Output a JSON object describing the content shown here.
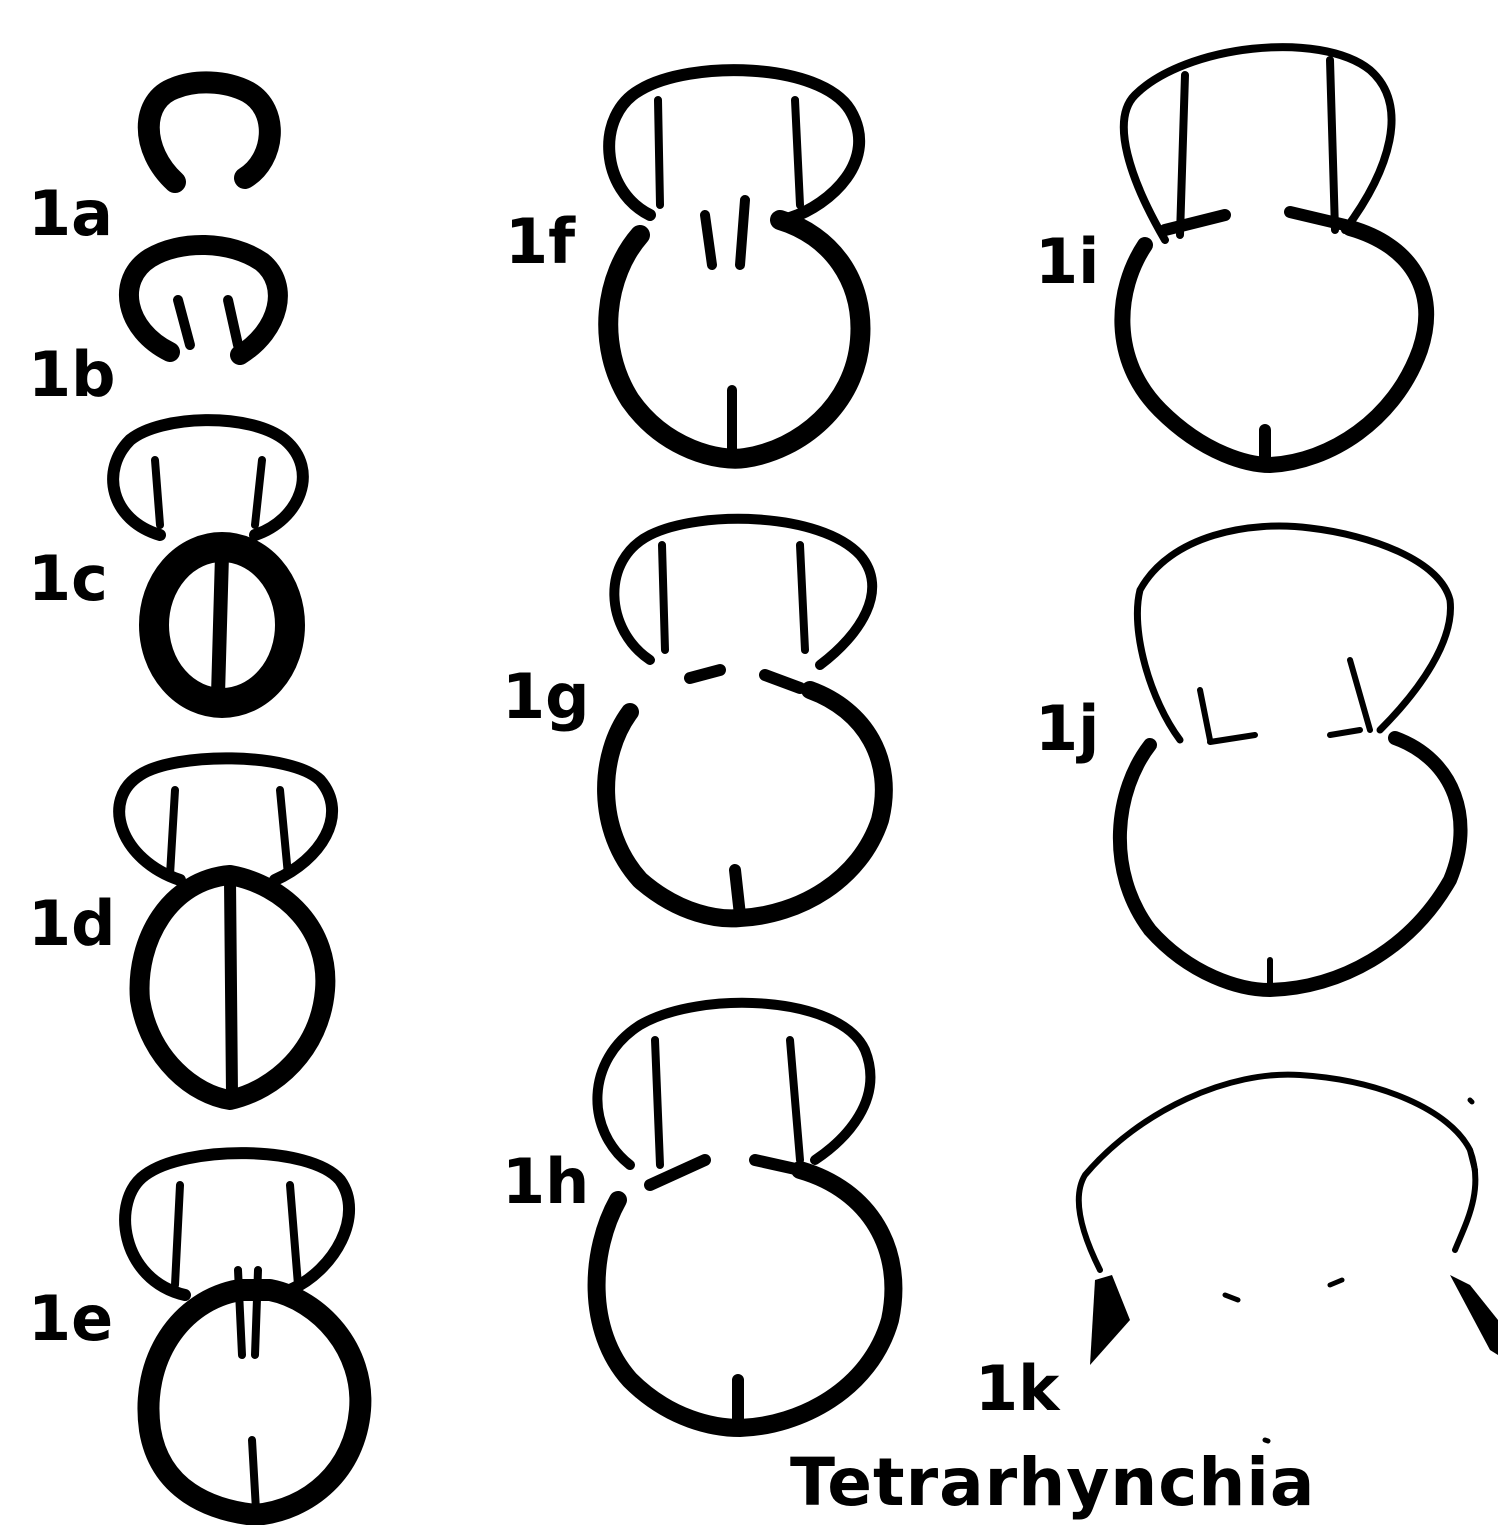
{
  "figure_labels": {
    "a": "1a",
    "b": "1b",
    "c": "1c",
    "d": "1d",
    "e": "1e",
    "f": "1f",
    "g": "1g",
    "h": "1h",
    "i": "1i",
    "j": "1j",
    "k": "1k"
  },
  "genus": "Tetrarhynchia"
}
